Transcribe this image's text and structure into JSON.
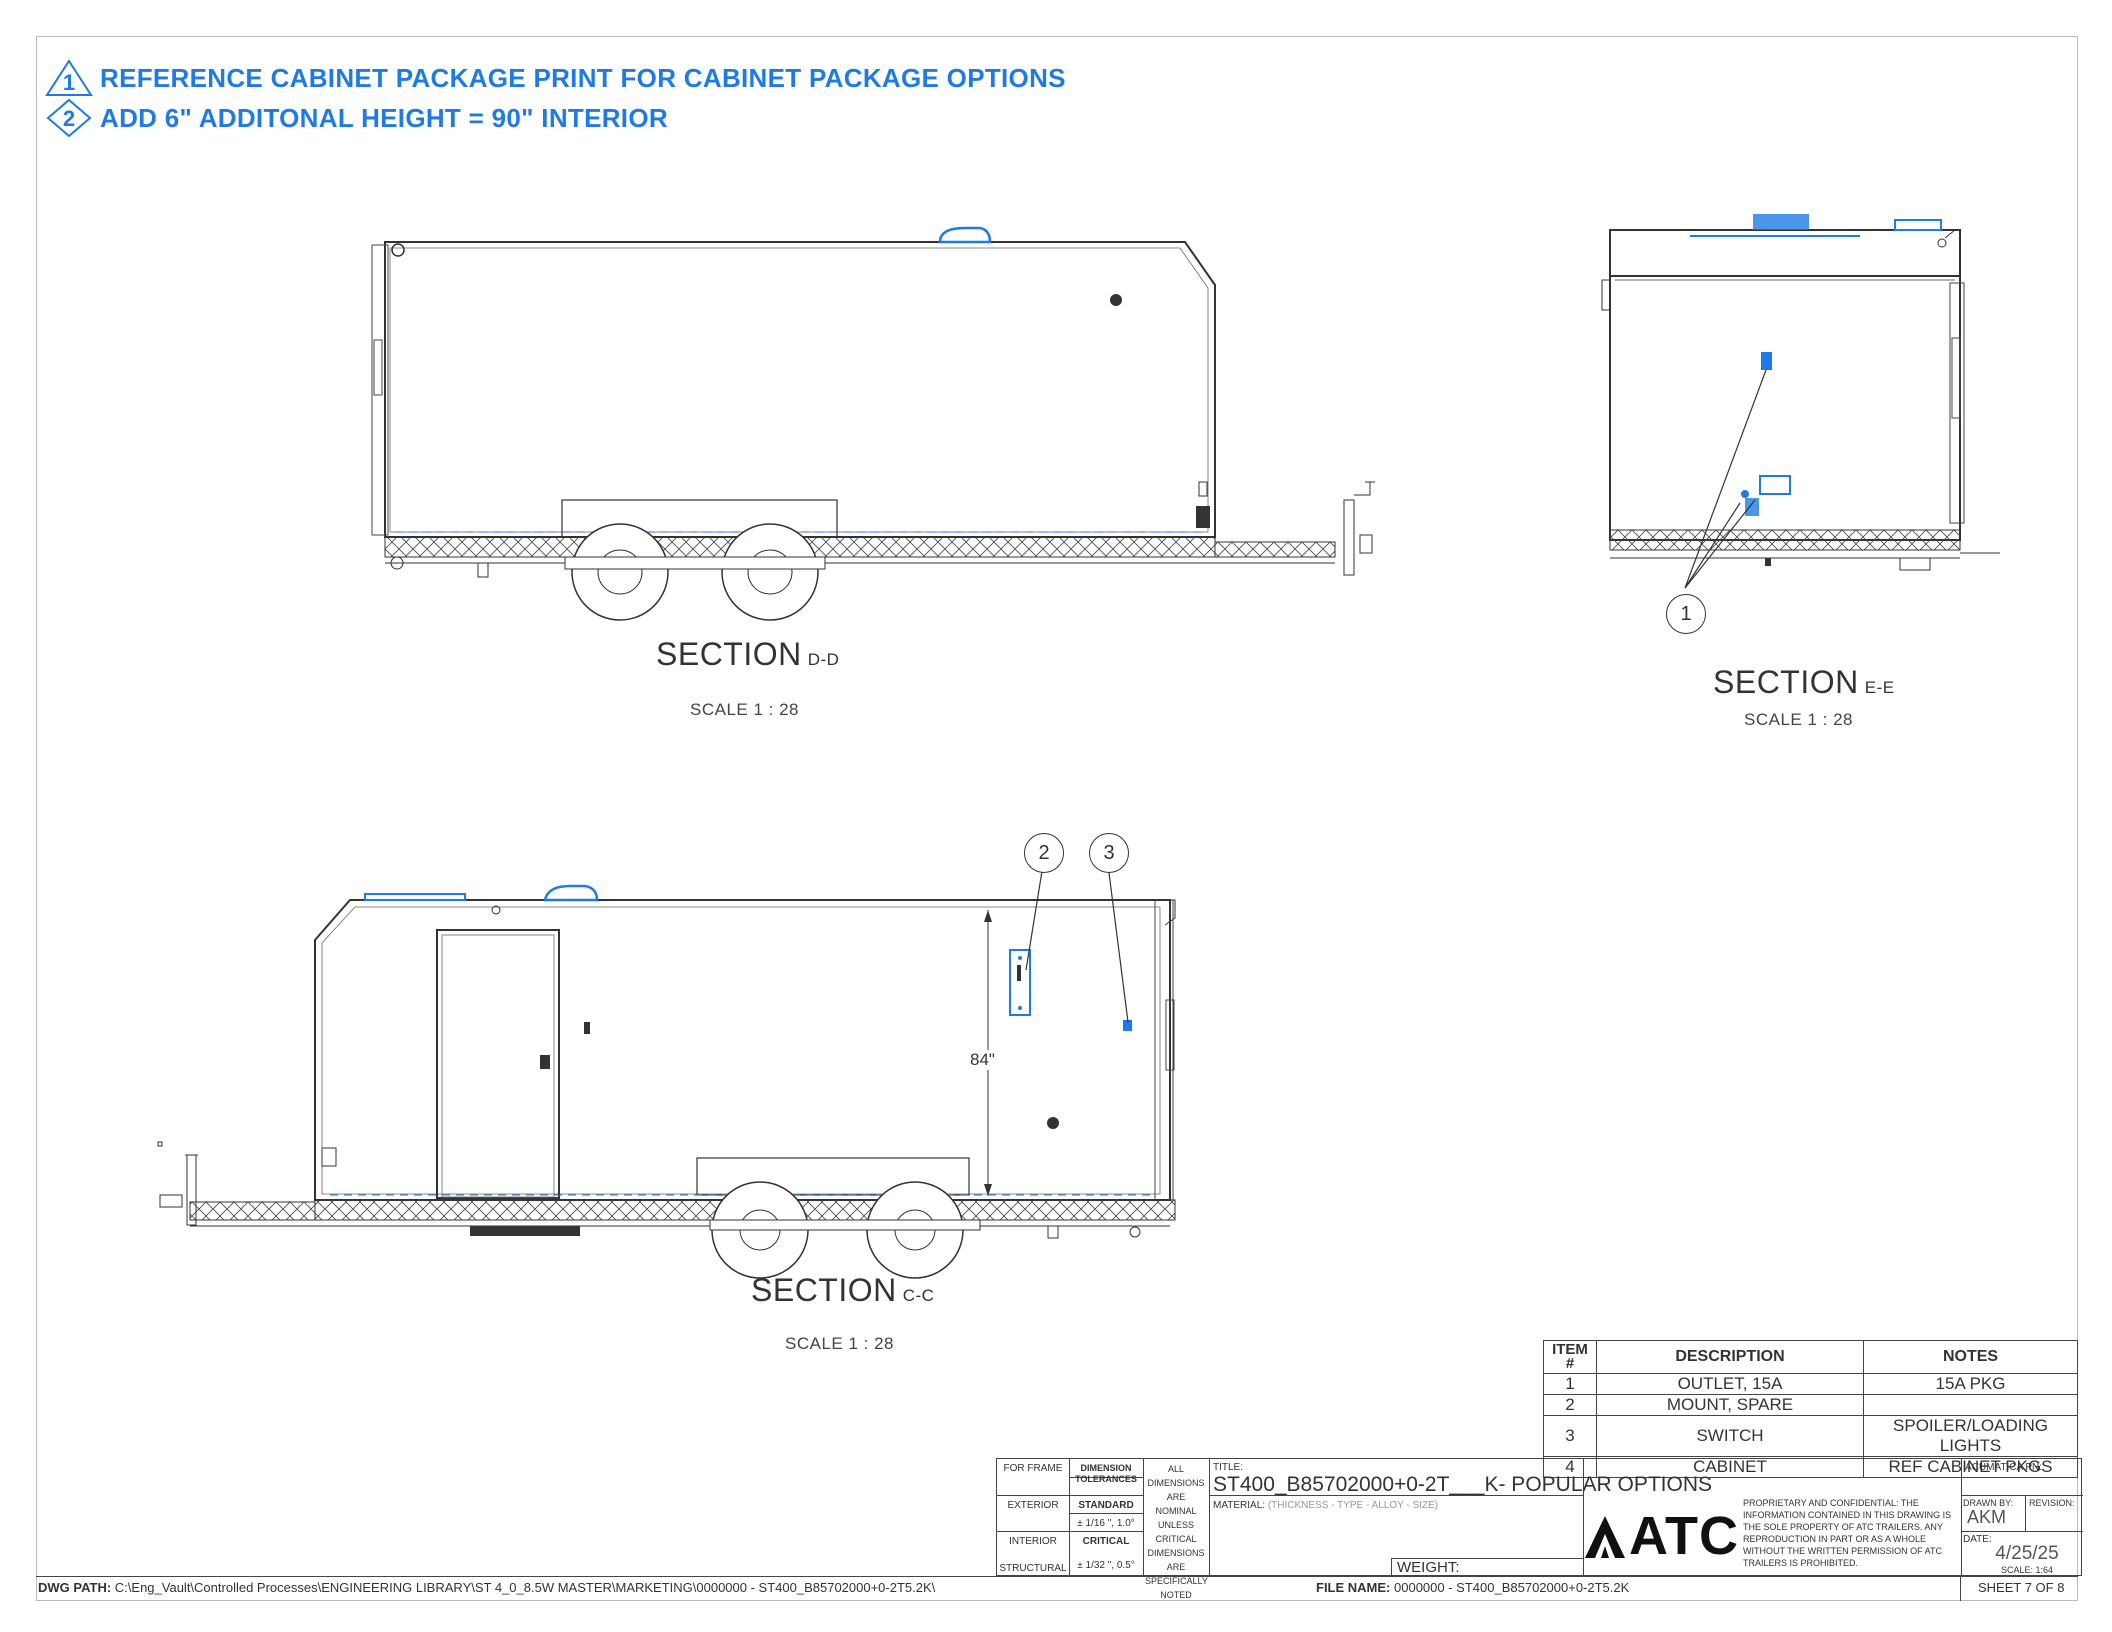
{
  "notes": [
    {
      "num": "1",
      "text": "REFERENCE CABINET PACKAGE PRINT FOR CABINET PACKAGE OPTIONS"
    },
    {
      "num": "2",
      "text": "ADD 6\" ADDITONAL HEIGHT = 90\" INTERIOR"
    }
  ],
  "sections": {
    "dd": {
      "title": "SECTION",
      "sub": "D-D",
      "scale": "SCALE  1 : 28"
    },
    "ee": {
      "title": "SECTION",
      "sub": "E-E",
      "scale": "SCALE  1 : 28"
    },
    "cc": {
      "title": "SECTION",
      "sub": "C-C",
      "scale": "SCALE  1 : 28"
    }
  },
  "balloons": {
    "b1": "1",
    "b2": "2",
    "b3": "3",
    "b3tag": "3"
  },
  "dimension": "84\"",
  "bom": {
    "headers": {
      "item": "ITEM #",
      "description": "DESCRIPTION",
      "notes": "NOTES"
    },
    "rows": [
      {
        "item": "1",
        "description": "OUTLET, 15A",
        "notes": "15A PKG"
      },
      {
        "item": "2",
        "description": "MOUNT, SPARE",
        "notes": ""
      },
      {
        "item": "3",
        "description": "SWITCH",
        "notes": "SPOILER/LOADING LIGHTS"
      },
      {
        "item": "4",
        "description": "CABINET",
        "notes": "REF CABINET  PKGS"
      }
    ]
  },
  "title_block": {
    "for_frame": "FOR FRAME",
    "exterior": "EXTERIOR",
    "interior": "INTERIOR",
    "structural": "STRUCTURAL",
    "dim_tol": "DIMENSION TOLERANCES",
    "standard": "STANDARD",
    "standard_val": "± 1/16 \", 1.0°",
    "critical": "CRITICAL",
    "critical_val": "± 1/32 \", 0.5°",
    "all_dims": "ALL DIMENSIONS ARE NOMINAL UNLESS CRITICAL DIMENSIONS ARE SPECIFICALLY NOTED",
    "title_label": "TITLE:",
    "title": "ST400_B85702000+0-2T___K- POPULAR OPTIONS",
    "material_label": "MATERIAL:",
    "material": "(THICKNESS - TYPE - ALLOY - SIZE)",
    "weight": "WEIGHT:",
    "logo": "ATC",
    "proprietary": "PROPRIETARY AND CONFIDENTIAL: THE INFORMATION CONTAINED IN THIS DRAWING IS THE SOLE PROPERTY OF ATC TRAILERS. ANY REPRODUCTION IN PART OR AS A WHOLE WITHOUT THE WRITTEN PERMISSION OF ATC TRAILERS IS PROHIBITED.",
    "acumatica": "ACUMATICA PN:",
    "drawn_by_label": "DRAWN BY:",
    "drawn_by": "AKM",
    "revision_label": "REVISION:",
    "date_label": "DATE:",
    "date": "4/25/25",
    "scale": "SCALE: 1:64",
    "sheet": "SHEET 7 OF 8"
  },
  "footer": {
    "dwg_label": "DWG PATH:",
    "dwg_path": "C:\\Eng_Vault\\Controlled Processes\\ENGINEERING LIBRARY\\ST 4_0_8.5W MASTER\\MARKETING\\0000000 - ST400_B85702000+0-2T5.2K\\",
    "file_label": "FILE NAME:",
    "file_name": "0000000 - ST400_B85702000+0-2T5.2K"
  },
  "colors": {
    "accent": "#1e7be6",
    "line": "#333333"
  }
}
